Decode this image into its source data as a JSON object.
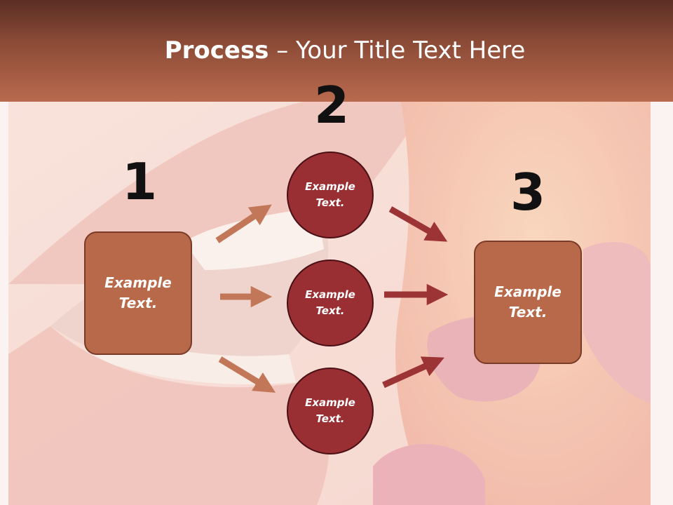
{
  "slide": {
    "title_bold": "Process",
    "title_rest": " – Your Title Text Here"
  },
  "steps": {
    "one": "1",
    "two": "2",
    "three": "3"
  },
  "left_box": {
    "line1": "Example",
    "line2": "Text."
  },
  "circles": [
    {
      "line1": "Example",
      "line2": "Text."
    },
    {
      "line1": "Example",
      "line2": "Text."
    },
    {
      "line1": "Example",
      "line2": "Text."
    }
  ],
  "right_box": {
    "line1": "Example",
    "line2": "Text."
  },
  "colors": {
    "header_dark": "#5a2e24",
    "header_light": "#b96a4e",
    "box_fill": "#b8694a",
    "circle_fill": "#992f33",
    "arrow_left": "#c27758",
    "arrow_right": "#9c3436"
  }
}
